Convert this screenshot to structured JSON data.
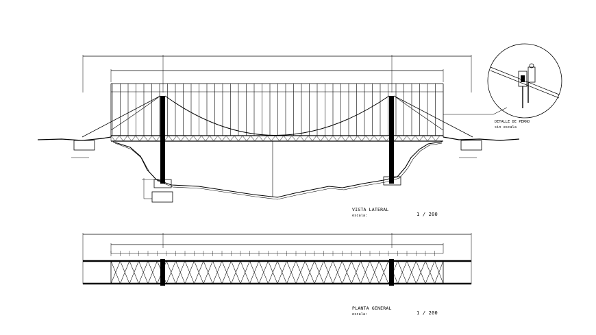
{
  "lateral": {
    "title": "VISTA LATERAL",
    "scale_label": "escala:",
    "scale_value": "1 / 200"
  },
  "plan": {
    "title": "PLANTA GENERAL",
    "scale_label": "escala:",
    "scale_value": "1 / 200"
  },
  "detail": {
    "title": "DETALLE DE PERNO",
    "scale_label": "sin        escala"
  },
  "colors": {
    "line": "#000000",
    "background": "#ffffff"
  }
}
